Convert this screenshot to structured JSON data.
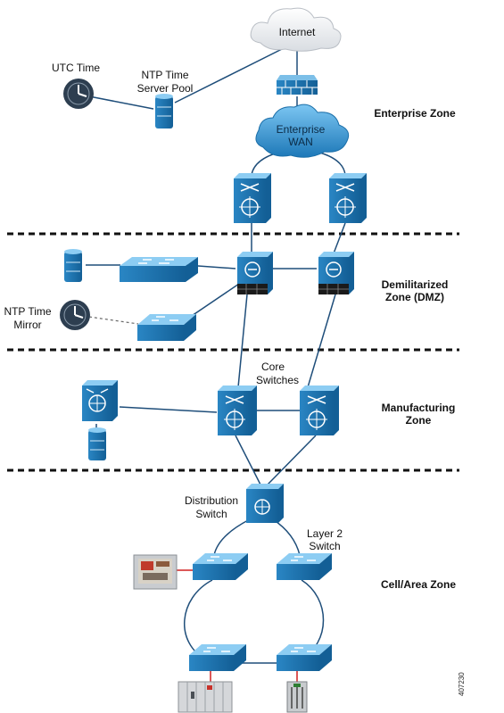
{
  "zones": {
    "enterprise": "Enterprise Zone",
    "dmz_line1": "Demilitarized",
    "dmz_line2": "Zone (DMZ)",
    "manufacturing_line1": "Manufacturing",
    "manufacturing_line2": "Zone",
    "cell_area": "Cell/Area Zone"
  },
  "labels": {
    "internet": "Internet",
    "utc_time": "UTC Time",
    "ntp_pool_line1": "NTP Time",
    "ntp_pool_line2": "Server Pool",
    "enterprise_wan_line1": "Enterprise",
    "enterprise_wan_line2": "WAN",
    "ntp_mirror_line1": "NTP Time",
    "ntp_mirror_line2": "Mirror",
    "core_line1": "Core",
    "core_line2": "Switches",
    "distribution_line1": "Distribution",
    "distribution_line2": "Switch",
    "layer2_line1": "Layer 2",
    "layer2_line2": "Switch"
  },
  "figure_id": "407230",
  "colors": {
    "device_blue": "#1e6fa8",
    "device_light": "#6fb3e0",
    "clock_dark": "#2d3e50",
    "zone_divider": "#111111",
    "link": "#1f4e7a",
    "dashed_link": "#666666"
  }
}
